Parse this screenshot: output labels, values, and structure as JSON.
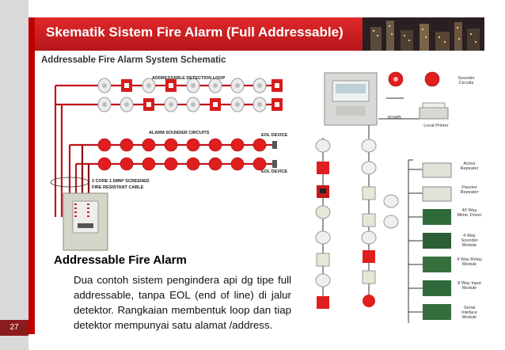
{
  "slide": {
    "title": "Skematik Sistem Fire Alarm (Full Addressable)",
    "page_number": "27"
  },
  "schematic": {
    "title": "Addressable Fire Alarm System Schematic",
    "labels": {
      "detection_loop": "ADDRESSABLE DETECTION LOOP",
      "sounder_circuits": "ALARM SOUNDER CIRCUITS",
      "eol_1": "EOL DEVICE",
      "eol_2": "EOL DEVICE",
      "cable_line1": "2 CORE 1.5MM² SCREENED",
      "cable_line2": "FIRE RESISTANT CABLE"
    }
  },
  "system_diagram": {
    "rs485": "RS485",
    "sounder": "Sounder Circuits",
    "printer": "Local Printer",
    "modules": [
      {
        "label": "Active Repeater"
      },
      {
        "label": "Passive Repeater"
      },
      {
        "label": "40 Way Mimic Driver"
      },
      {
        "label": "4 Way Sounder Module"
      },
      {
        "label": "4 Way Relay Module"
      },
      {
        "label": "8 Way Input Module"
      },
      {
        "label": "Serial Inteface Module"
      }
    ]
  },
  "body": {
    "heading": "Addressable Fire Alarm",
    "text": "Dua contoh sistem pengindera api dg tipe full addressable, tanpa EOL (end of line) di jalur detektor. Rangkaian membentuk loop dan tiap detektor mempunyai satu alamat  /address."
  },
  "colors": {
    "title_red": "#c8191c",
    "device_red": "#e01e1e",
    "panel_grey": "#cfcfc8"
  }
}
